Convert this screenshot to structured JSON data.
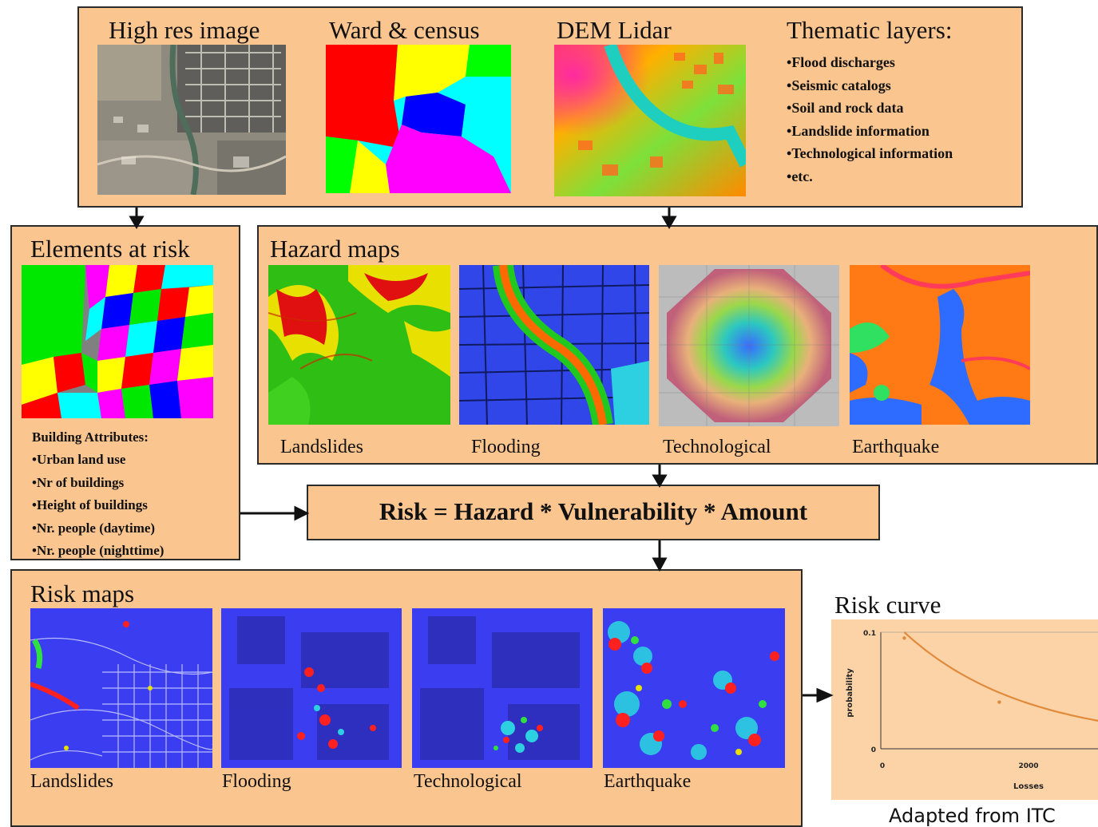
{
  "inputs": {
    "high_res_title": "High res image",
    "ward_title": "Ward & census",
    "dem_title": "DEM Lidar",
    "thematic_title": "Thematic layers:",
    "thematic_items": [
      "Flood discharges",
      "Seismic catalogs",
      "Soil and rock data",
      "Landslide information",
      "Technological information",
      "etc."
    ]
  },
  "elements_at_risk": {
    "title": "Elements at risk",
    "attributes_title": "Building Attributes:",
    "attributes": [
      "Urban land use",
      "Nr of buildings",
      "Height of buildings",
      "Nr. people (daytime)",
      "Nr. people (nighttime)"
    ]
  },
  "hazard_maps": {
    "title": "Hazard maps",
    "labels": [
      "Landslides",
      "Flooding",
      "Technological",
      "Earthquake"
    ]
  },
  "risk_equation": "Risk = Hazard * Vulnerability * Amount",
  "risk_maps": {
    "title": "Risk maps",
    "labels": [
      "Landslides",
      "Flooding",
      "Technological",
      "Earthquake"
    ]
  },
  "risk_curve": {
    "title": "Risk curve",
    "chart_data": {
      "type": "line",
      "xlabel": "Losses",
      "ylabel": "probability",
      "x_ticks": [
        "0",
        "2000"
      ],
      "y_ticks": [
        "0",
        "0.1"
      ],
      "points": [
        [
          300,
          0.095
        ],
        [
          1600,
          0.04
        ],
        [
          3200,
          0.02
        ]
      ]
    }
  },
  "credit": "Adapted from ITC",
  "colors": {
    "box_fill": "#fac58f",
    "border": "#2b2b2b",
    "arrow": "#111111",
    "curve": "#e08a3c"
  }
}
